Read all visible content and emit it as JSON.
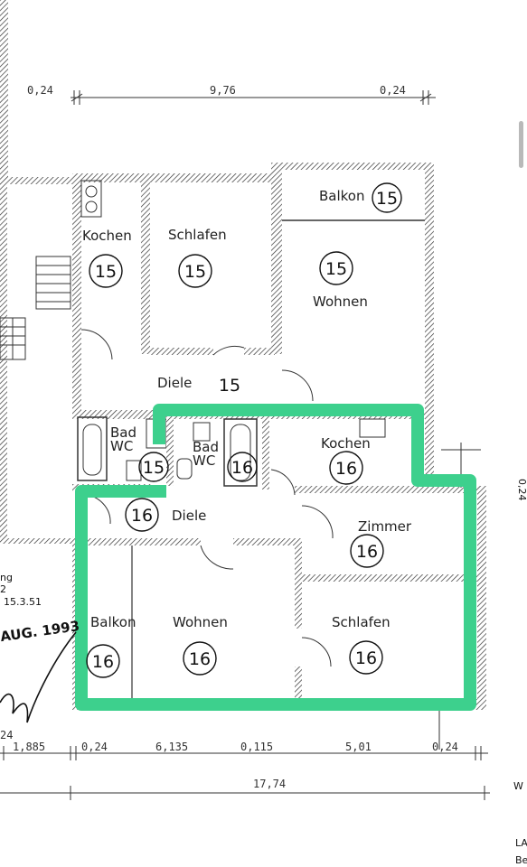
{
  "dimensions": {
    "top": [
      "0,24",
      "9,76",
      "0,24"
    ],
    "bottom": [
      "1,885",
      "0,24",
      "6,135",
      "0,115",
      "5,01",
      "0,24"
    ],
    "total": "17,74",
    "left_edge": "24"
  },
  "rooms": {
    "kochen_15": "Kochen",
    "schlafen_15": "Schlafen",
    "balkon_15": "Balkon",
    "wohnen_15": "Wohnen",
    "diele_15": "Diele",
    "bad_wc_a": "Bad\nWC",
    "bad_wc_b": "Bad\nWC",
    "kochen_16": "Kochen",
    "diele_16": "Diele",
    "zimmer_16": "Zimmer",
    "balkon_16": "Balkon",
    "wohnen_16": "Wohnen",
    "schlafen_16": "Schlafen"
  },
  "unit_numbers": {
    "n15": "15",
    "n16": "16"
  },
  "margin_text": {
    "ng": "ng",
    "line2": "2",
    "date_small": "15.3.51",
    "stamp": "AUG. 1993",
    "right_w": "W",
    "right_la": "LA",
    "right_be": "Be",
    "right_vertical": "0,24"
  },
  "colors": {
    "outline": "#3dd08d",
    "wall": "#222222"
  }
}
